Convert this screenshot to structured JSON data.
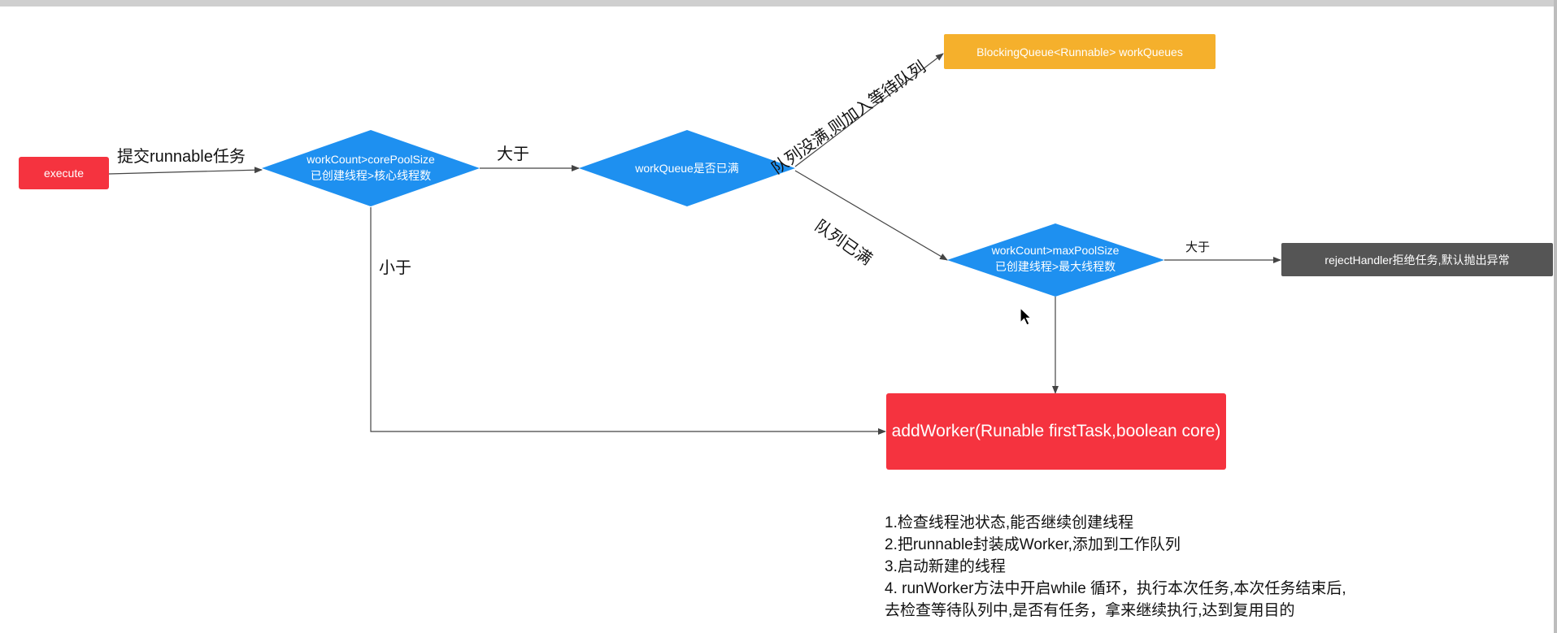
{
  "nodes": {
    "execute": "execute",
    "decision_core": {
      "line1": "workCount>corePoolSize",
      "line2": "已创建线程>核心线程数"
    },
    "decision_queue": "workQueue是否已满",
    "blocking_queue": "BlockingQueue<Runnable> workQueues",
    "decision_max": {
      "line1": "workCount>maxPoolSize",
      "line2": "已创建线程>最大线程数"
    },
    "reject_handler": "rejectHandler拒绝任务,默认抛出异常",
    "add_worker": "addWorker(Runable firstTask,boolean core)"
  },
  "edges": {
    "submit": "提交runnable任务",
    "greater_1": "大于",
    "less": "小于",
    "queue_not_full": "队列没满,则加入等待队列",
    "queue_full": "队列已满",
    "greater_2": "大于"
  },
  "notes": [
    "1.检查线程池状态,能否继续创建线程",
    "2.把runnable封装成Worker,添加到工作队列",
    "3.启动新建的线程",
    "4. runWorker方法中开启while 循环，执行本次任务,本次任务结束后,",
    "去检查等待队列中,是否有任务，拿来继续执行,达到复用目的"
  ],
  "colors": {
    "red": "#f5333f",
    "blue": "#1e90f0",
    "orange": "#f5b02c",
    "gray": "#555555"
  }
}
